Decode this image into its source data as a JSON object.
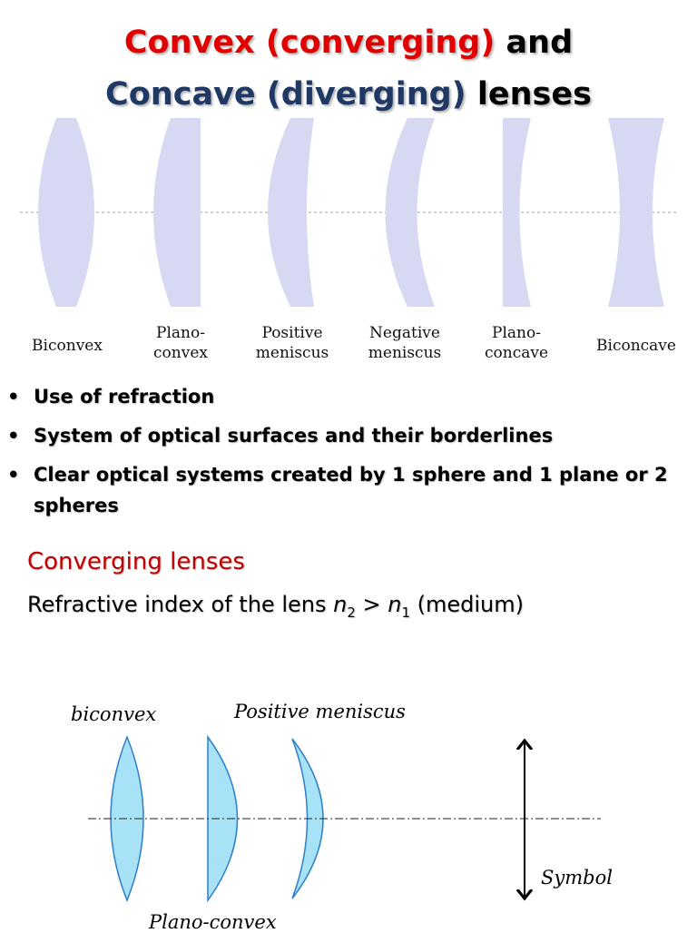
{
  "title": {
    "line1_red": "Convex (converging)",
    "line1_rest": " and",
    "line2_blue": "Concave (diverging)",
    "line2_rest": " lenses"
  },
  "lens_types": [
    {
      "line1": "Biconvex",
      "line2": ""
    },
    {
      "line1": "Plano-",
      "line2": "convex"
    },
    {
      "line1": "Positive",
      "line2": "meniscus"
    },
    {
      "line1": "Negative",
      "line2": "meniscus"
    },
    {
      "line1": "Plano-",
      "line2": "concave"
    },
    {
      "line1": "Biconcave",
      "line2": ""
    }
  ],
  "bullets": [
    {
      "text": "Use of refraction"
    },
    {
      "text": "System of optical surfaces and their borderlines"
    },
    {
      "text": "Clear optical systems created by 1 sphere and 1 plane or 2 spheres"
    }
  ],
  "converging": {
    "heading": "Converging lenses",
    "formula_prefix": "Refractive index of the lens ",
    "n": "n",
    "sub2": "2",
    "gt": " > ",
    "sub1": "1",
    "suffix": " (medium)"
  },
  "diagram": {
    "biconvex_label": "biconvex",
    "positive_meniscus_label": "Positive meniscus",
    "plano_convex_label": "Plano-convex",
    "symbol_label": "Symbol"
  },
  "colors": {
    "lens_top_fill": "#d7d9f3",
    "lens_bottom_fill": "#a8e2f6",
    "lens_bottom_stroke": "#2c7fc8"
  }
}
